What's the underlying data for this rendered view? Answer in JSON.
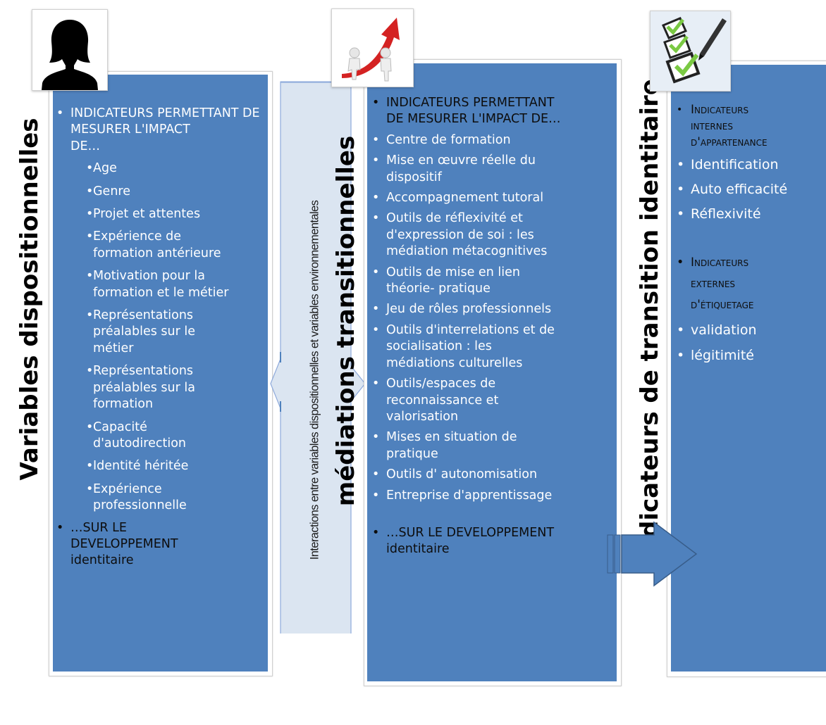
{
  "columns": [
    {
      "title": "Variables dispositionnelles",
      "icon": "person-silhouette-icon",
      "header": [
        "INDICATEURS PERMETTANT DE",
        "MESURER L'IMPACT",
        "DE…"
      ],
      "items": [
        [
          "Age"
        ],
        [
          "Genre"
        ],
        [
          "Projet et attentes"
        ],
        [
          "Expérience  de",
          "formation antérieure"
        ],
        [
          "Motivation pour la",
          "formation et le métier"
        ],
        [
          "Représentations",
          "préalables sur le",
          "métier"
        ],
        [
          "Représentations",
          "préalables sur la",
          "formation"
        ],
        [
          "Capacité",
          "d'autodirection"
        ],
        [
          "Identité héritée"
        ],
        [
          "Expérience",
          "professionnelle"
        ]
      ],
      "footer": [
        "…SUR LE",
        "DEVELOPPEMENT",
        "identitaire"
      ]
    },
    {
      "title": "médiations transitionnelles",
      "icon": "figures-red-arrow-icon",
      "header": [
        "INDICATEURS PERMETTANT",
        "DE MESURER L'IMPACT DE…"
      ],
      "items": [
        [
          "Centre de formation"
        ],
        [
          "Mise en œuvre réelle du",
          "dispositif"
        ],
        [
          "Accompagnement tutoral"
        ],
        [
          "Outils de réflexivité et",
          "d'expression de soi : les",
          "médiation métacognitives"
        ],
        [
          "Outils de mise en lien",
          "théorie- pratique"
        ],
        [
          "Jeu de rôles professionnels"
        ],
        [
          "Outils d'interrelations et de",
          "socialisation : les",
          "médiations culturelles"
        ],
        [
          "Outils/espaces de",
          "reconnaissance et",
          "valorisation"
        ],
        [
          "Mises en situation de",
          "pratique"
        ],
        [
          "Outils d' autonomisation"
        ],
        [
          "Entreprise d'apprentissage"
        ]
      ],
      "footer": [
        "…SUR LE DEVELOPPEMENT",
        "identitaire"
      ]
    },
    {
      "title": "indicateurs de transition identitaire",
      "icon": "checklist-icon",
      "group1": [
        "Indicateurs",
        "internes",
        "d'appartenance"
      ],
      "group1_items": [
        "Identification",
        "Auto efficacité",
        "Réflexivité"
      ],
      "group2": [
        "Indicateurs",
        "externes",
        "d'étiquetage"
      ],
      "group2_items": [
        "validation",
        "légitimité"
      ]
    }
  ],
  "connector_label": "Interactions entre variables dispositionnelles et variables environnementales",
  "colors": {
    "panel": "#4f81bd",
    "connector": "#dbe5f1",
    "arrow": "#4f81bd"
  }
}
